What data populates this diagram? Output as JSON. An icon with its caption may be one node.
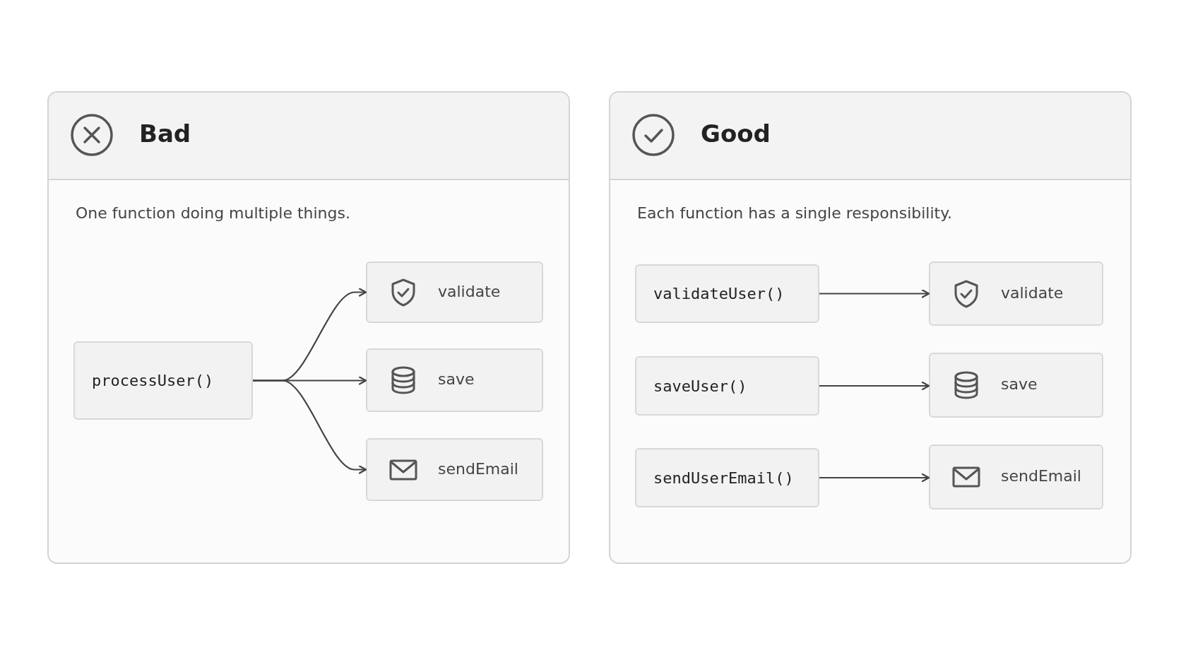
{
  "diagram": {
    "nodes": [
      {
        "text": [
          "Bad",
          "One function doing multiple things."
        ]
      },
      {
        "text": [
          "processUser()"
        ],
        "in": 0
      },
      {
        "text": [
          "validate"
        ],
        "in": 0
      },
      {
        "text": [
          "save"
        ],
        "in": 0
      },
      {
        "text": [
          "sendEmail"
        ],
        "in": 0
      },
      {
        "text": [
          "Good",
          "Each function has a single responsibility."
        ]
      },
      {
        "text": [
          "validateUser()"
        ],
        "in": 5
      },
      {
        "text": [
          "validate"
        ],
        "in": 5
      },
      {
        "text": [
          "saveUser()"
        ],
        "in": 5
      },
      {
        "text": [
          "save"
        ],
        "in": 5
      },
      {
        "text": [
          "sendUserEmail()"
        ],
        "in": 5
      },
      {
        "text": [
          "sendEmail"
        ],
        "in": 5
      }
    ],
    "edges": [
      {
        "from": 1,
        "to": 2,
        "arrow": "to"
      },
      {
        "from": 1,
        "to": 3,
        "arrow": "to"
      },
      {
        "from": 1,
        "to": 4,
        "arrow": "to"
      },
      {
        "from": 6,
        "to": 7,
        "arrow": "to"
      },
      {
        "from": 8,
        "to": 9,
        "arrow": "to"
      },
      {
        "from": 10,
        "to": 11,
        "arrow": "to"
      }
    ]
  }
}
